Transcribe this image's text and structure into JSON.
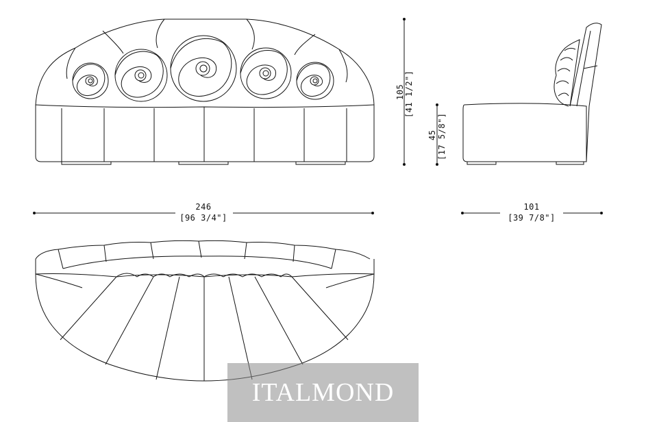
{
  "front_view": {
    "width_label": "246",
    "width_imperial": "[96 3/4\"]",
    "height_label": "105",
    "height_imperial": "[41 1/2\"]"
  },
  "side_view": {
    "seat_height_label": "45",
    "seat_height_imperial": "[17 5/8\"]",
    "depth_label": "101",
    "depth_imperial": "[39 7/8\"]"
  },
  "watermark": {
    "text": "ITALMOND"
  }
}
